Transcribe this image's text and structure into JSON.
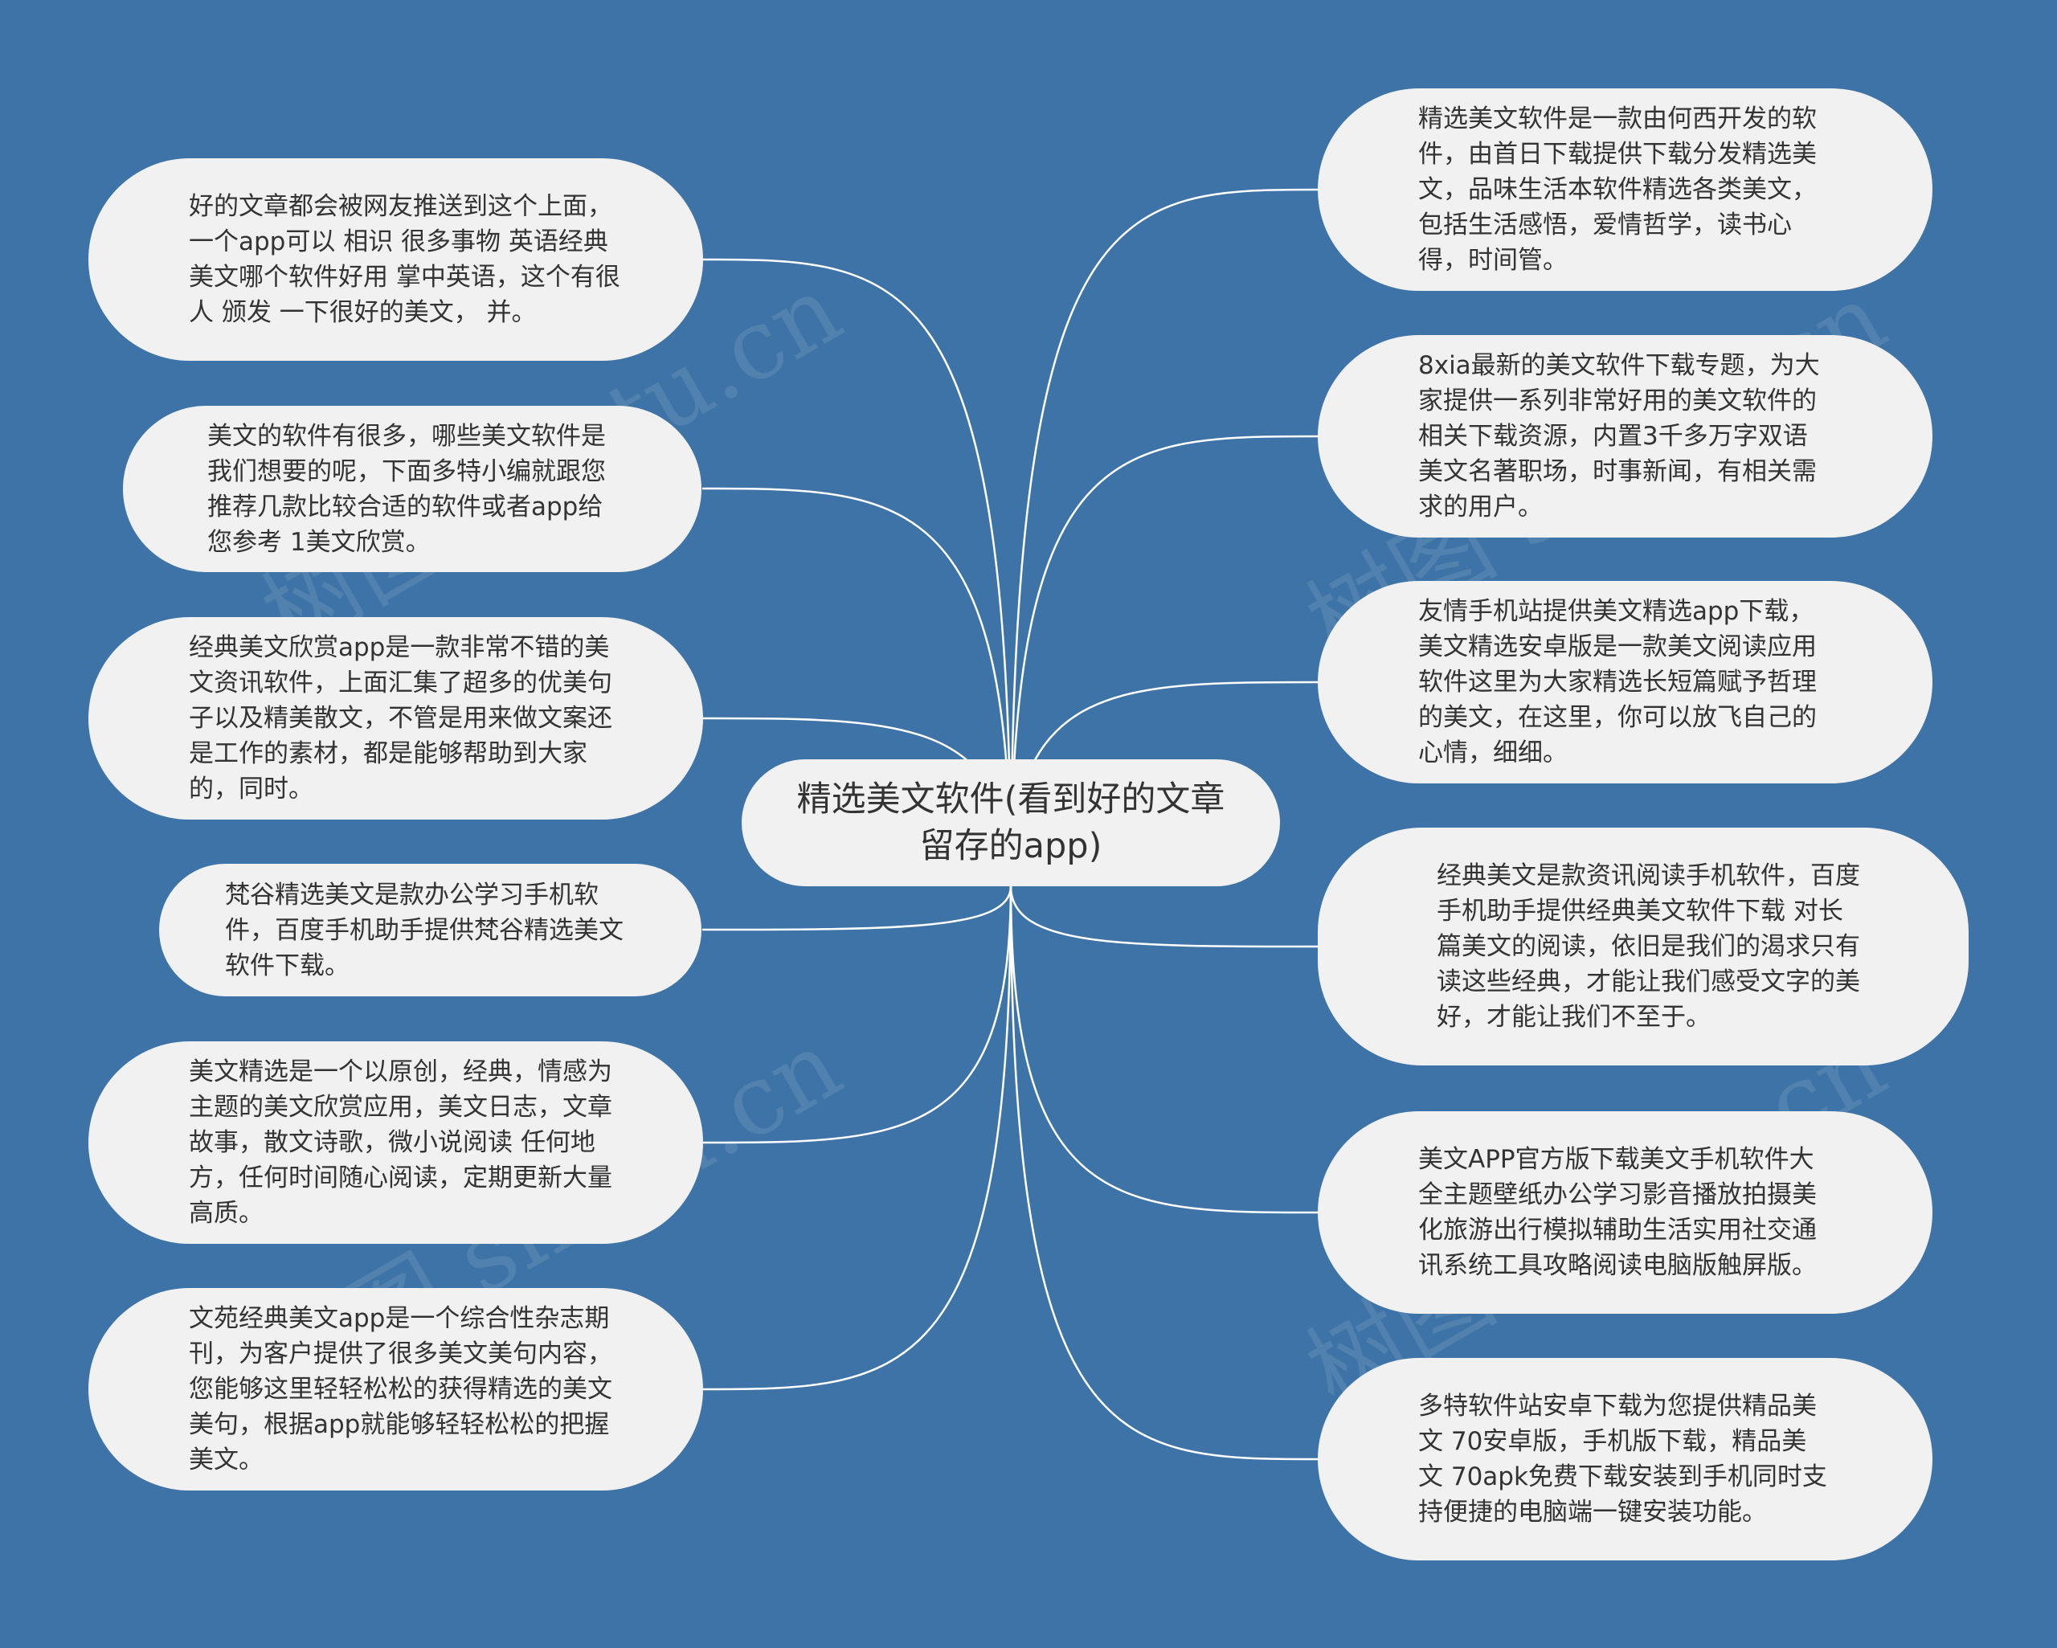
{
  "center": {
    "text": "精选美文软件(看到好的文章留存的app)"
  },
  "left_nodes": [
    {
      "text": "好的文章都会被网友推送到这个上面，一个app可以 相识 很多事物 英语经典美文哪个软件好用 掌中英语，这个有很人 颁发 一下很好的美文，  并。"
    },
    {
      "text": "美文的软件有很多，哪些美文软件是我们想要的呢，下面多特小编就跟您推荐几款比较合适的软件或者app给您参考 1美文欣赏。"
    },
    {
      "text": "经典美文欣赏app是一款非常不错的美文资讯软件，上面汇集了超多的优美句子以及精美散文，不管是用来做文案还是工作的素材，都是能够帮助到大家的，同时。"
    },
    {
      "text": "梵谷精选美文是款办公学习手机软件，百度手机助手提供梵谷精选美文软件下载。"
    },
    {
      "text": "美文精选是一个以原创，经典，情感为主题的美文欣赏应用，美文日志，文章故事，散文诗歌，微小说阅读 任何地方，任何时间随心阅读，定期更新大量高质。"
    },
    {
      "text": "文苑经典美文app是一个综合性杂志期刊，为客户提供了很多美文美句内容，您能够这里轻轻松松的获得精选的美文美句，根据app就能够轻轻松松的把握美文。"
    }
  ],
  "right_nodes": [
    {
      "text": "精选美文软件是一款由何西开发的软件，由首日下载提供下载分发精选美文，品味生活本软件精选各类美文，包括生活感悟，爱情哲学，读书心得，时间管。"
    },
    {
      "text": "8xia最新的美文软件下载专题，为大家提供一系列非常好用的美文软件的相关下载资源，内置3千多万字双语美文名著职场，时事新闻，有相关需求的用户。"
    },
    {
      "text": "友情手机站提供美文精选app下载，美文精选安卓版是一款美文阅读应用软件这里为大家精选长短篇赋予哲理的美文，在这里，你可以放飞自己的心情，细细。"
    },
    {
      "text": "经典美文是款资讯阅读手机软件，百度手机助手提供经典美文软件下载 对长篇美文的阅读，依旧是我们的渴求只有读这些经典，才能让我们感受文字的美好，才能让我们不至于。"
    },
    {
      "text": "美文APP官方版下载美文手机软件大全主题壁纸办公学习影音播放拍摄美化旅游出行模拟辅助生活实用社交通讯系统工具攻略阅读电脑版触屏版。"
    },
    {
      "text": "多特软件站安卓下载为您提供精品美文 70安卓版，手机版下载，精品美文 70apk免费下载安装到手机同时支持便捷的电脑端一键安装功能。"
    }
  ],
  "watermark": "树图 shutu.cn",
  "colors": {
    "background": "#3d73a6",
    "node": "#f1f1f1",
    "line": "#ffffff",
    "text": "#333333"
  }
}
